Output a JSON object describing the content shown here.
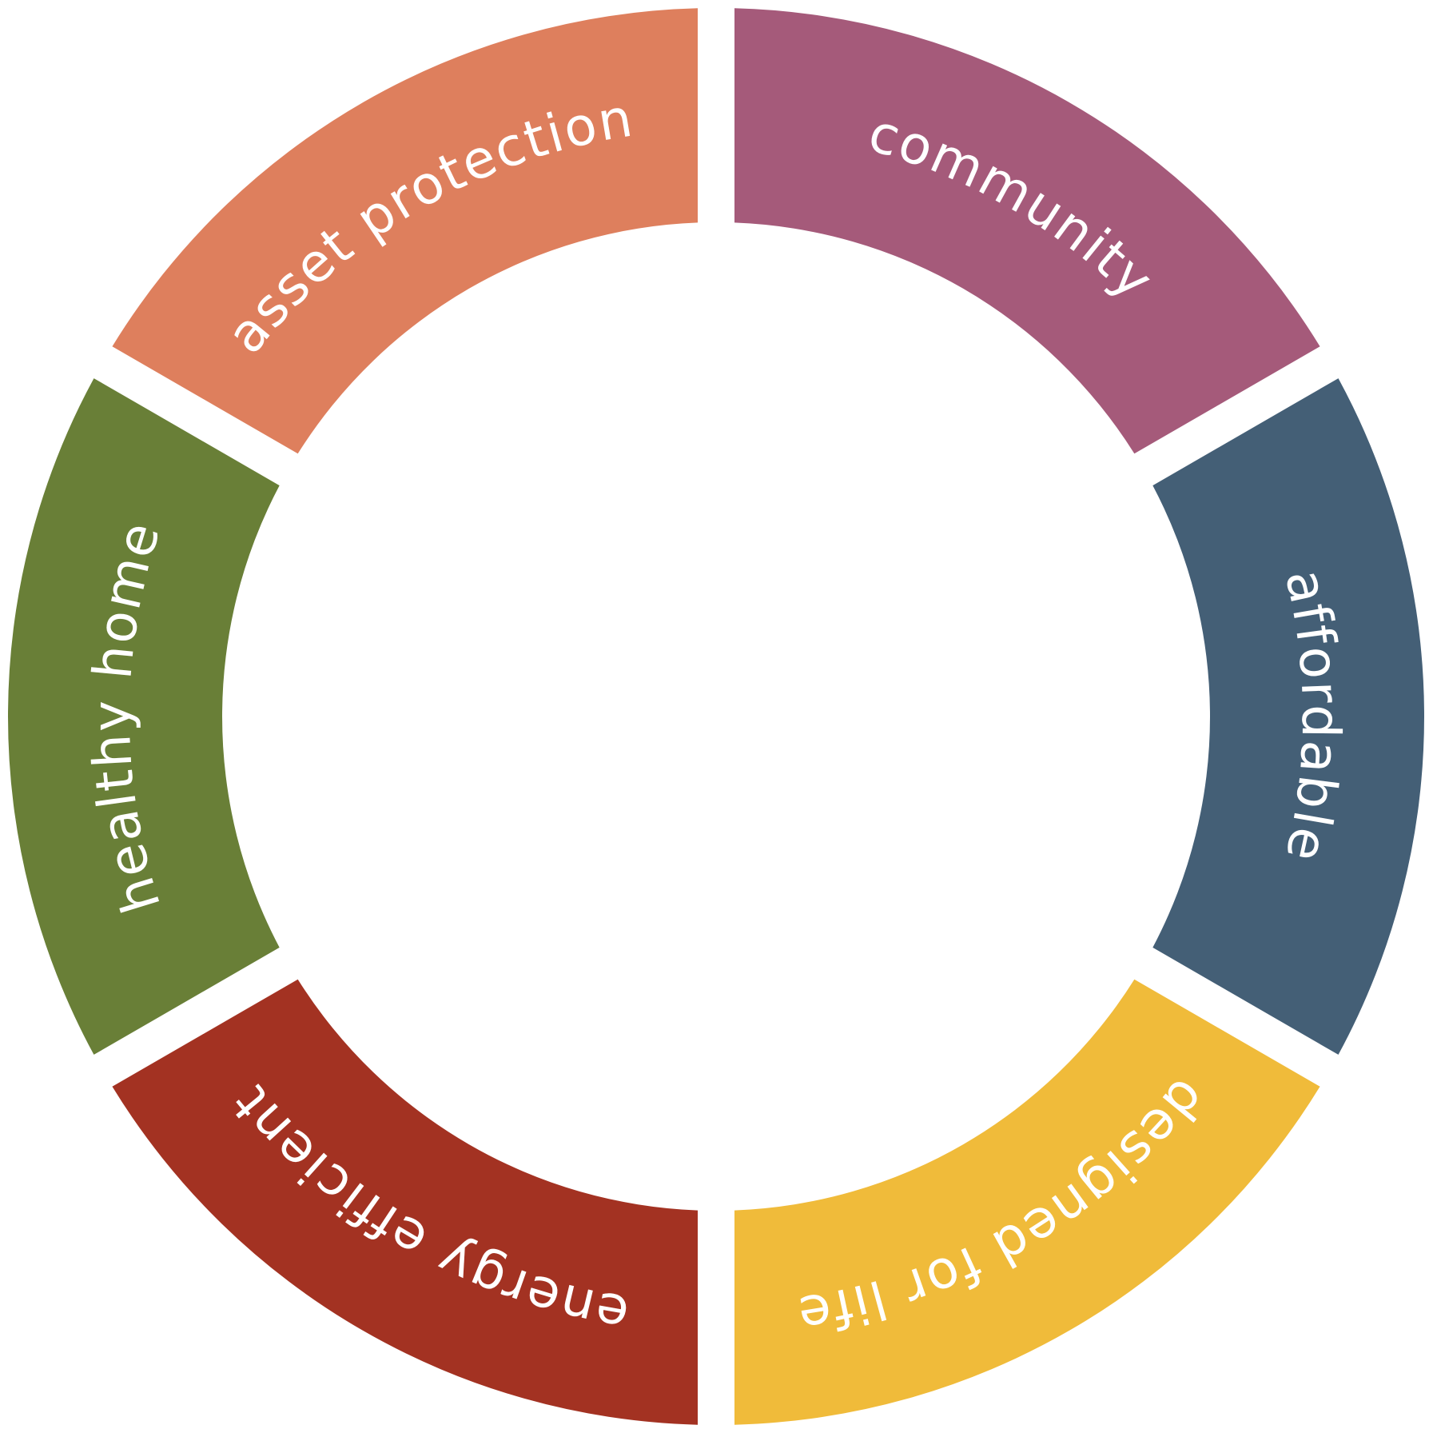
{
  "diagram": {
    "segments": [
      {
        "id": "community",
        "label": "community",
        "color": "#a55a7a"
      },
      {
        "id": "affordable",
        "label": "affordable",
        "color": "#445f76"
      },
      {
        "id": "designed-for-life",
        "label": "designed for life",
        "color": "#f0bb3a"
      },
      {
        "id": "energy-efficient",
        "label": "energy efficient",
        "color": "#a33222"
      },
      {
        "id": "healthy-home",
        "label": "healthy home",
        "color": "#697f37"
      },
      {
        "id": "asset-protection",
        "label": "asset protection",
        "color": "#de7f5d"
      }
    ]
  }
}
